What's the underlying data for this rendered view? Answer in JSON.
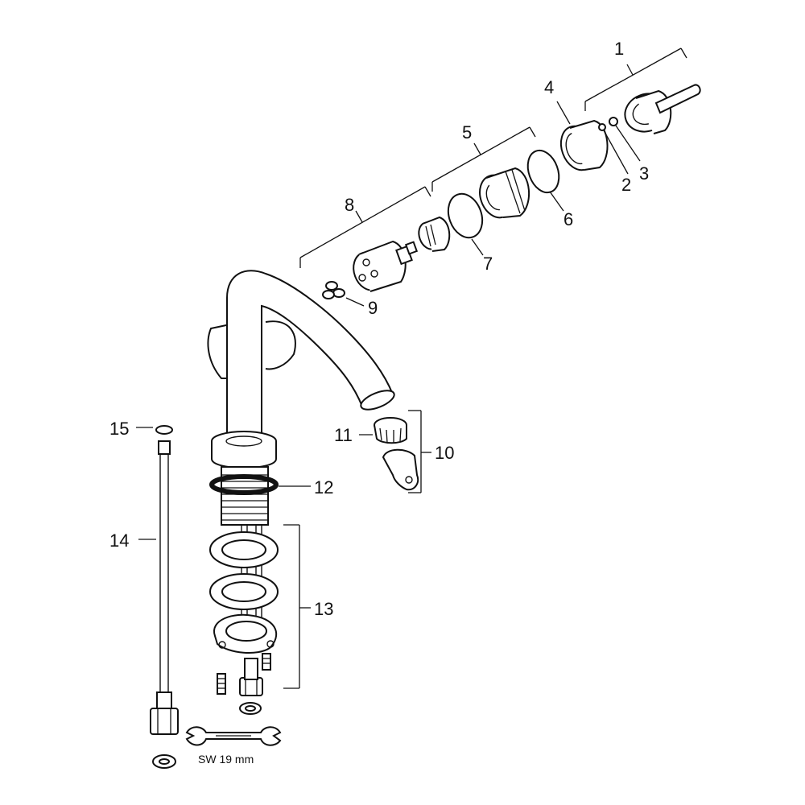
{
  "callouts": {
    "c1": "1",
    "c2": "2",
    "c3": "3",
    "c4": "4",
    "c5": "5",
    "c6": "6",
    "c7": "7",
    "c8": "8",
    "c9": "9",
    "c10": "10",
    "c11": "11",
    "c12": "12",
    "c13": "13",
    "c14": "14",
    "c15": "15"
  },
  "wrench_label": "SW 19 mm",
  "colors": {
    "line": "#111111",
    "background": "#ffffff"
  }
}
